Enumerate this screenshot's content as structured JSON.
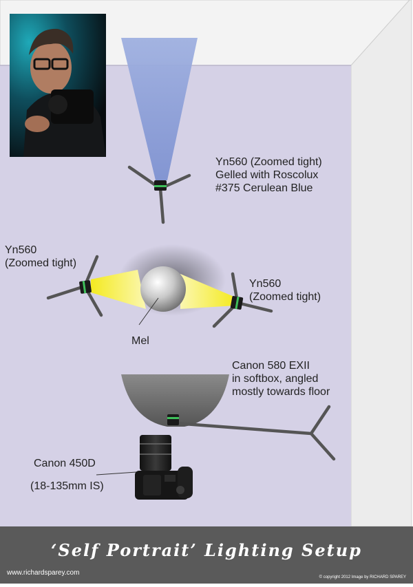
{
  "diagram": {
    "title": "‘Self Portrait’ Lighting Setup",
    "website": "www.richardsparey.com",
    "copyright": "© copyright 2012 Image by RICHARD SPAREY",
    "lights": {
      "back": [
        "Yn560 (Zoomed tight)",
        "Gelled with Roscolux",
        "#375 Cerulean Blue"
      ],
      "left": [
        "Yn560",
        "(Zoomed tight)"
      ],
      "right": [
        "Yn560",
        "(Zoomed tight)"
      ],
      "front": [
        "Canon 580 EXII",
        "in softbox, angled",
        "mostly towards floor"
      ]
    },
    "subject": "Mel",
    "camera": {
      "model": "Canon 450D",
      "lens": "(18-135mm IS)"
    }
  },
  "colors": {
    "room_floor": "#d5d1e6",
    "room_wall": "#f4f4f4",
    "gel_blue": "#8fa3d4",
    "light_yellow": "#f7ee2e",
    "footer_band": "#5a5a5a"
  }
}
